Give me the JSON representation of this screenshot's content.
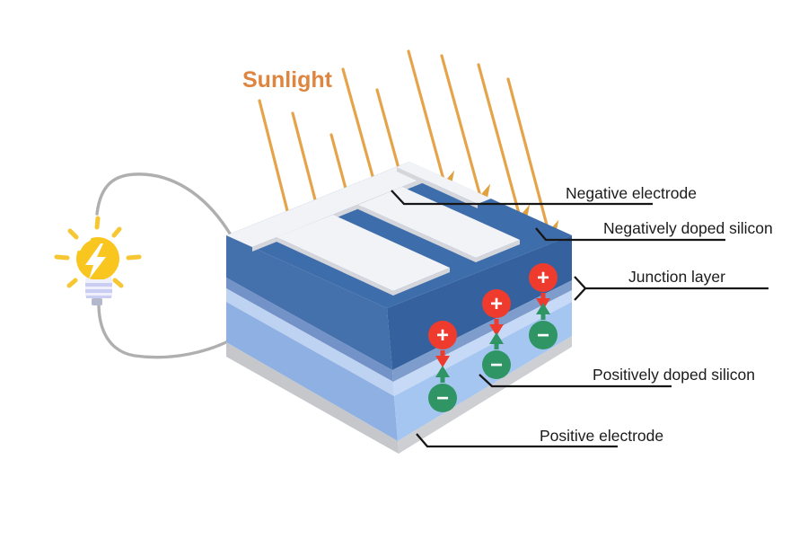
{
  "sunlight_label": "Sunlight",
  "labels": {
    "negative_electrode": "Negative electrode",
    "negatively_doped_silicon": "Negatively doped silicon",
    "junction_layer": "Junction layer",
    "positively_doped_silicon": "Positively doped silicon",
    "positive_electrode": "Positive electrode"
  },
  "carriers": {
    "positive_symbol": "+",
    "negative_symbol": "−",
    "positive_color": "#EE3B2E",
    "negative_color": "#2F9565",
    "symbol_color": "#FFFFFF"
  },
  "colors": {
    "background": "#FFFFFF",
    "sunlight_text": "#DE8540",
    "sun_ray": "#E5A44A",
    "sun_ray_arrow": "#DFA23F",
    "label_text": "#1B1B1B",
    "callout_line": "#161616",
    "wire": "#AFAFB0",
    "bulb_body": "#F9C51F",
    "bulb_glow": "#F7C733",
    "bulb_shine": "#FFFFFF",
    "bulb_bolt": "#FFFFFF",
    "bulb_base": "#EFF0FC",
    "bulb_base_stripe": "#C9CEF2",
    "bulb_stub": "#B4B8CC",
    "cell_top": "#3E6DAB",
    "electrode_white": "#F2F3F6",
    "electrode_side": "#D4D6DC",
    "right_dark": "#35619F",
    "right_mid": "#7E9DCC",
    "right_pale": "#C6D9F6",
    "right_light": "#A5C6F1",
    "right_gray": "#CDCFD3",
    "left_dark": "#4470AC",
    "left_mid": "#7392C7",
    "left_pale": "#BED2F2",
    "left_light": "#8FB0E2",
    "left_gray": "#C5C7CB"
  }
}
